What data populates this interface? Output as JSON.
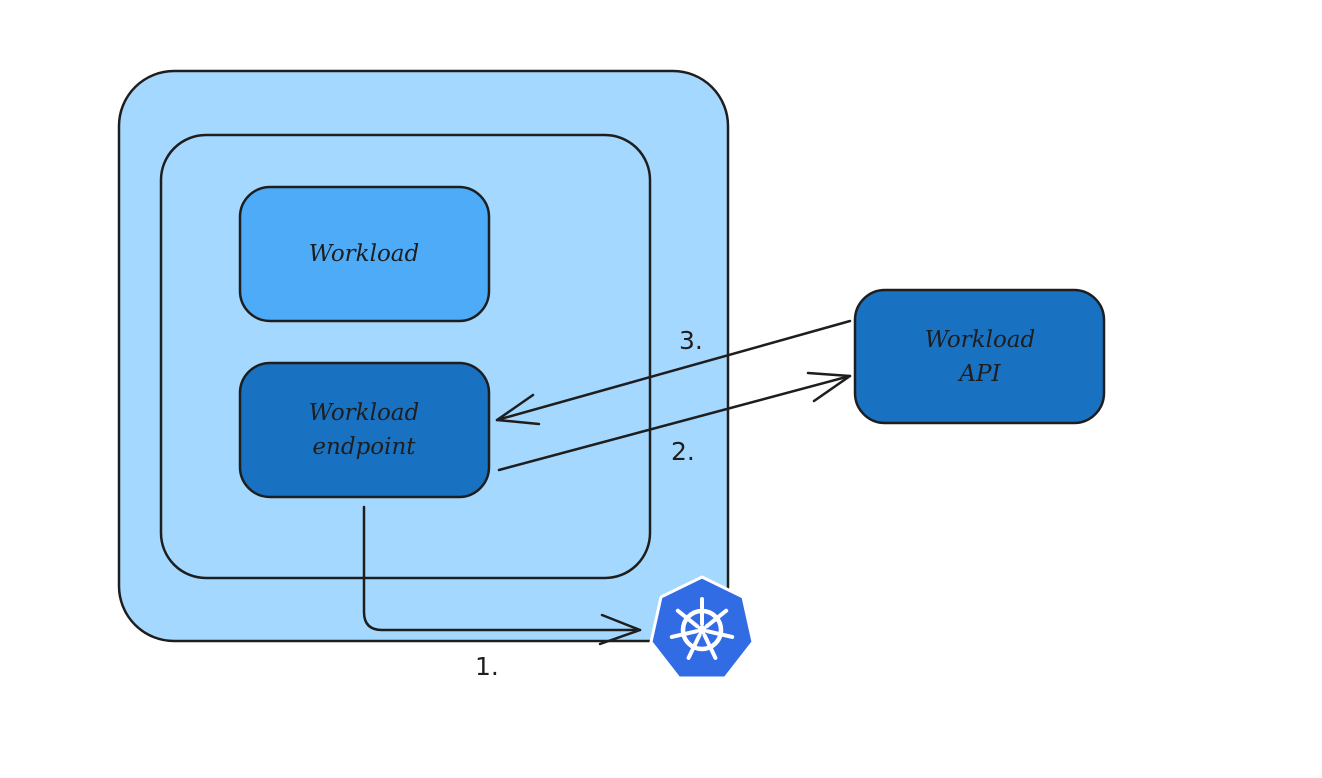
{
  "nodes": {
    "workload": {
      "label": "Workload"
    },
    "workload_endpoint": {
      "line1": "Workload",
      "line2": "endpoint"
    },
    "workload_api": {
      "line1": "Workload",
      "line2": "API"
    }
  },
  "steps": {
    "step1": "1.",
    "step2": "2.",
    "step3": "3."
  },
  "logo": {
    "icon": "kubernetes-icon"
  },
  "colors": {
    "outer_fill": "#a5d8ff",
    "workload_fill": "#4dabf7",
    "endpoint_fill": "#1971c2",
    "api_fill": "#1971c2",
    "stroke": "#1e1e1e",
    "kubernetes_blue": "#326ce5"
  }
}
